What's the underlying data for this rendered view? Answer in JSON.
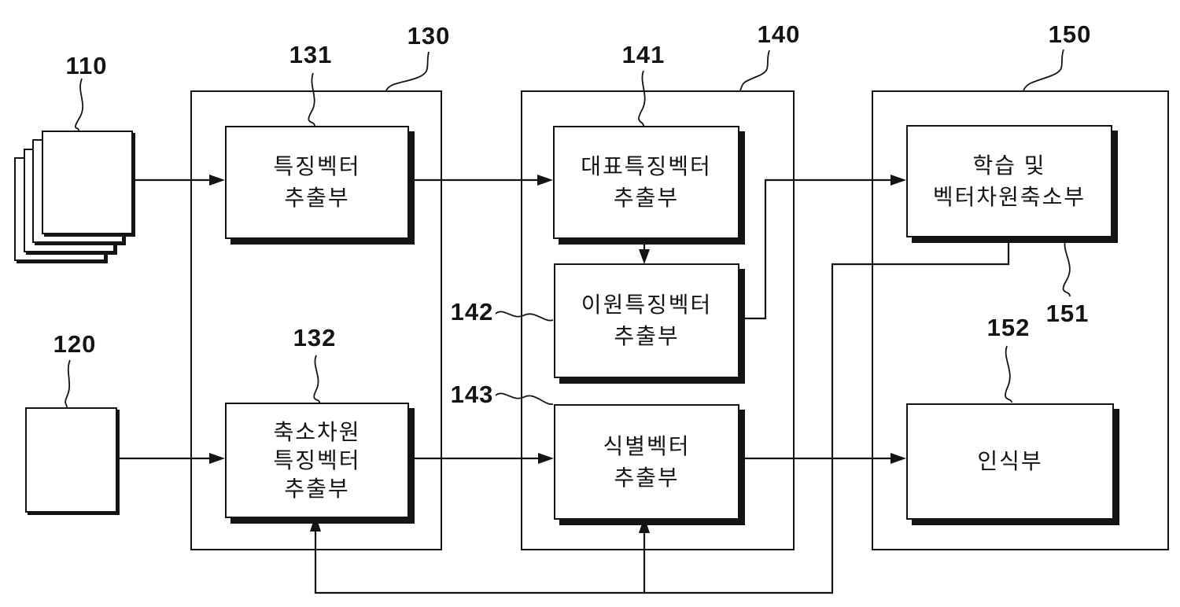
{
  "diagram": {
    "kind": "patent-block-diagram",
    "language": "ko",
    "colors": {
      "line": "#141414",
      "background": "#ffffff"
    },
    "refs": {
      "r110": "110",
      "r120": "120",
      "r130": "130",
      "r131": "131",
      "r132": "132",
      "r140": "140",
      "r141": "141",
      "r142": "142",
      "r143": "143",
      "r150": "150",
      "r151": "151",
      "r152": "152"
    },
    "boxes": {
      "b131": {
        "ref": "131",
        "lines": [
          "특징벡터",
          "추출부"
        ]
      },
      "b132": {
        "ref": "132",
        "lines": [
          "축소차원",
          "특징벡터",
          "추출부"
        ]
      },
      "b141": {
        "ref": "141",
        "lines": [
          "대표특징벡터",
          "추출부"
        ]
      },
      "b142": {
        "ref": "142",
        "lines": [
          "이원특징벡터",
          "추출부"
        ]
      },
      "b143": {
        "ref": "143",
        "lines": [
          "식별벡터",
          "추출부"
        ]
      },
      "b151": {
        "ref": "151",
        "lines": [
          "학습 및",
          "벡터차원축소부"
        ]
      },
      "b152": {
        "ref": "152",
        "lines": [
          "인식부"
        ]
      }
    },
    "containers": {
      "c130": {
        "ref": "130"
      },
      "c140": {
        "ref": "140"
      },
      "c150": {
        "ref": "150"
      }
    },
    "inputs": {
      "imageStack": {
        "ref": "110",
        "pages": 4
      },
      "singleImage": {
        "ref": "120"
      }
    }
  }
}
